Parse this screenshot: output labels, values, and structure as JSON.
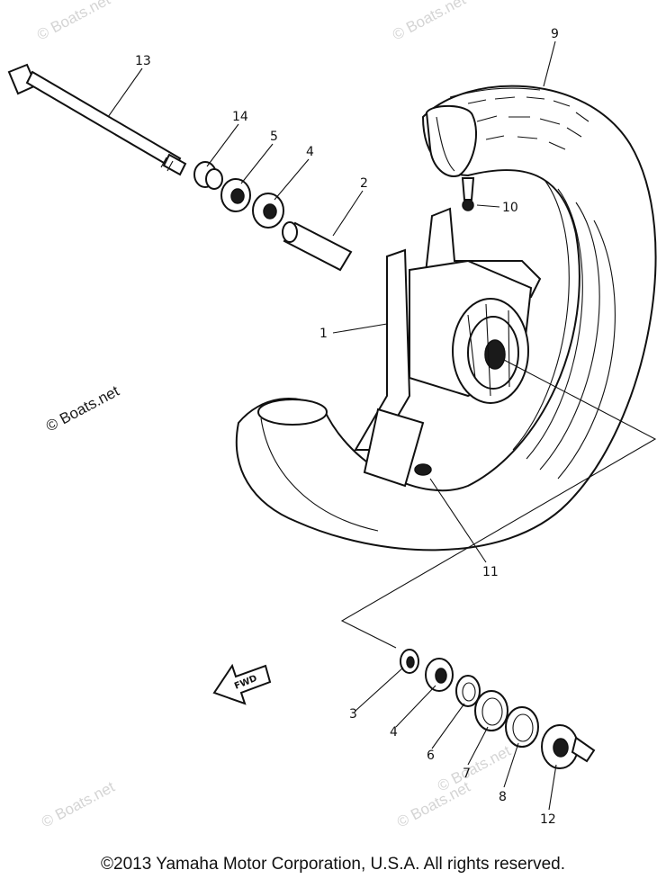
{
  "diagram": {
    "callouts": [
      "13",
      "14",
      "5",
      "4",
      "2",
      "9",
      "10",
      "1",
      "11",
      "3",
      "4",
      "6",
      "7",
      "8",
      "12"
    ],
    "direction_arrow": "FWD",
    "watermarks": [
      "© Boats.net",
      "© Boats.net",
      "© Boats.net",
      "© Boats.net",
      "© Boats.net",
      "© Boats.net"
    ]
  },
  "copyright": "©2013 Yamaha Motor Corporation, U.S.A. All rights reserved."
}
